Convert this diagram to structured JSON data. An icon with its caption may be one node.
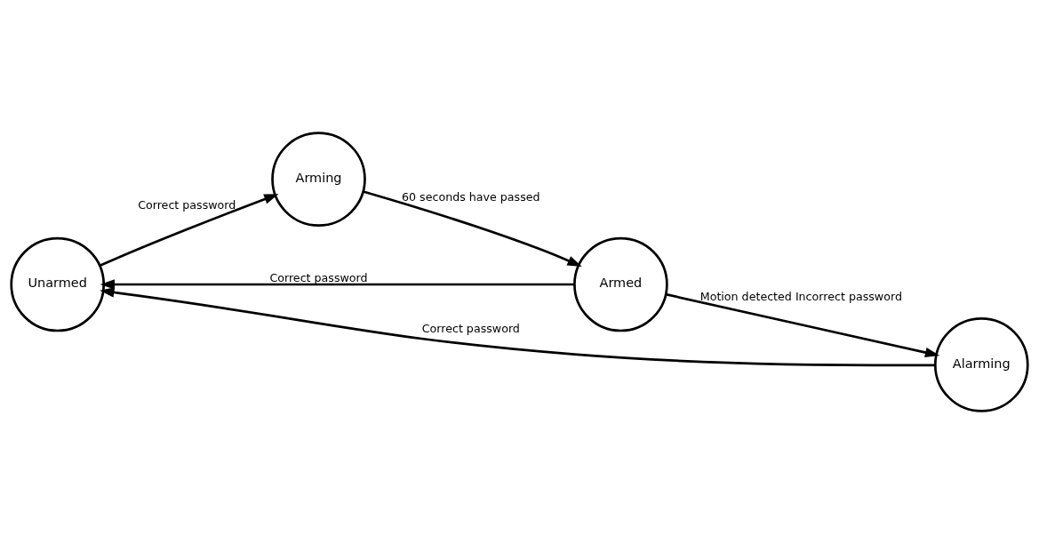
{
  "diagram": {
    "nodes": [
      {
        "text": [
          "Unarmed"
        ]
      },
      {
        "text": [
          "Arming"
        ]
      },
      {
        "text": [
          "Armed"
        ]
      },
      {
        "text": [
          "Alarming"
        ]
      }
    ],
    "edges": [
      {
        "from": 0,
        "to": 1,
        "arrow": "to",
        "label": "Correct password"
      },
      {
        "from": 1,
        "to": 2,
        "arrow": "to",
        "label": "60 seconds have passed"
      },
      {
        "from": 2,
        "to": 0,
        "arrow": "to",
        "label": "Correct password"
      },
      {
        "from": 2,
        "to": 3,
        "arrow": "to",
        "label": "Motion detected Incorrect password"
      },
      {
        "from": 3,
        "to": 0,
        "arrow": "to",
        "label": "Correct password"
      }
    ]
  }
}
